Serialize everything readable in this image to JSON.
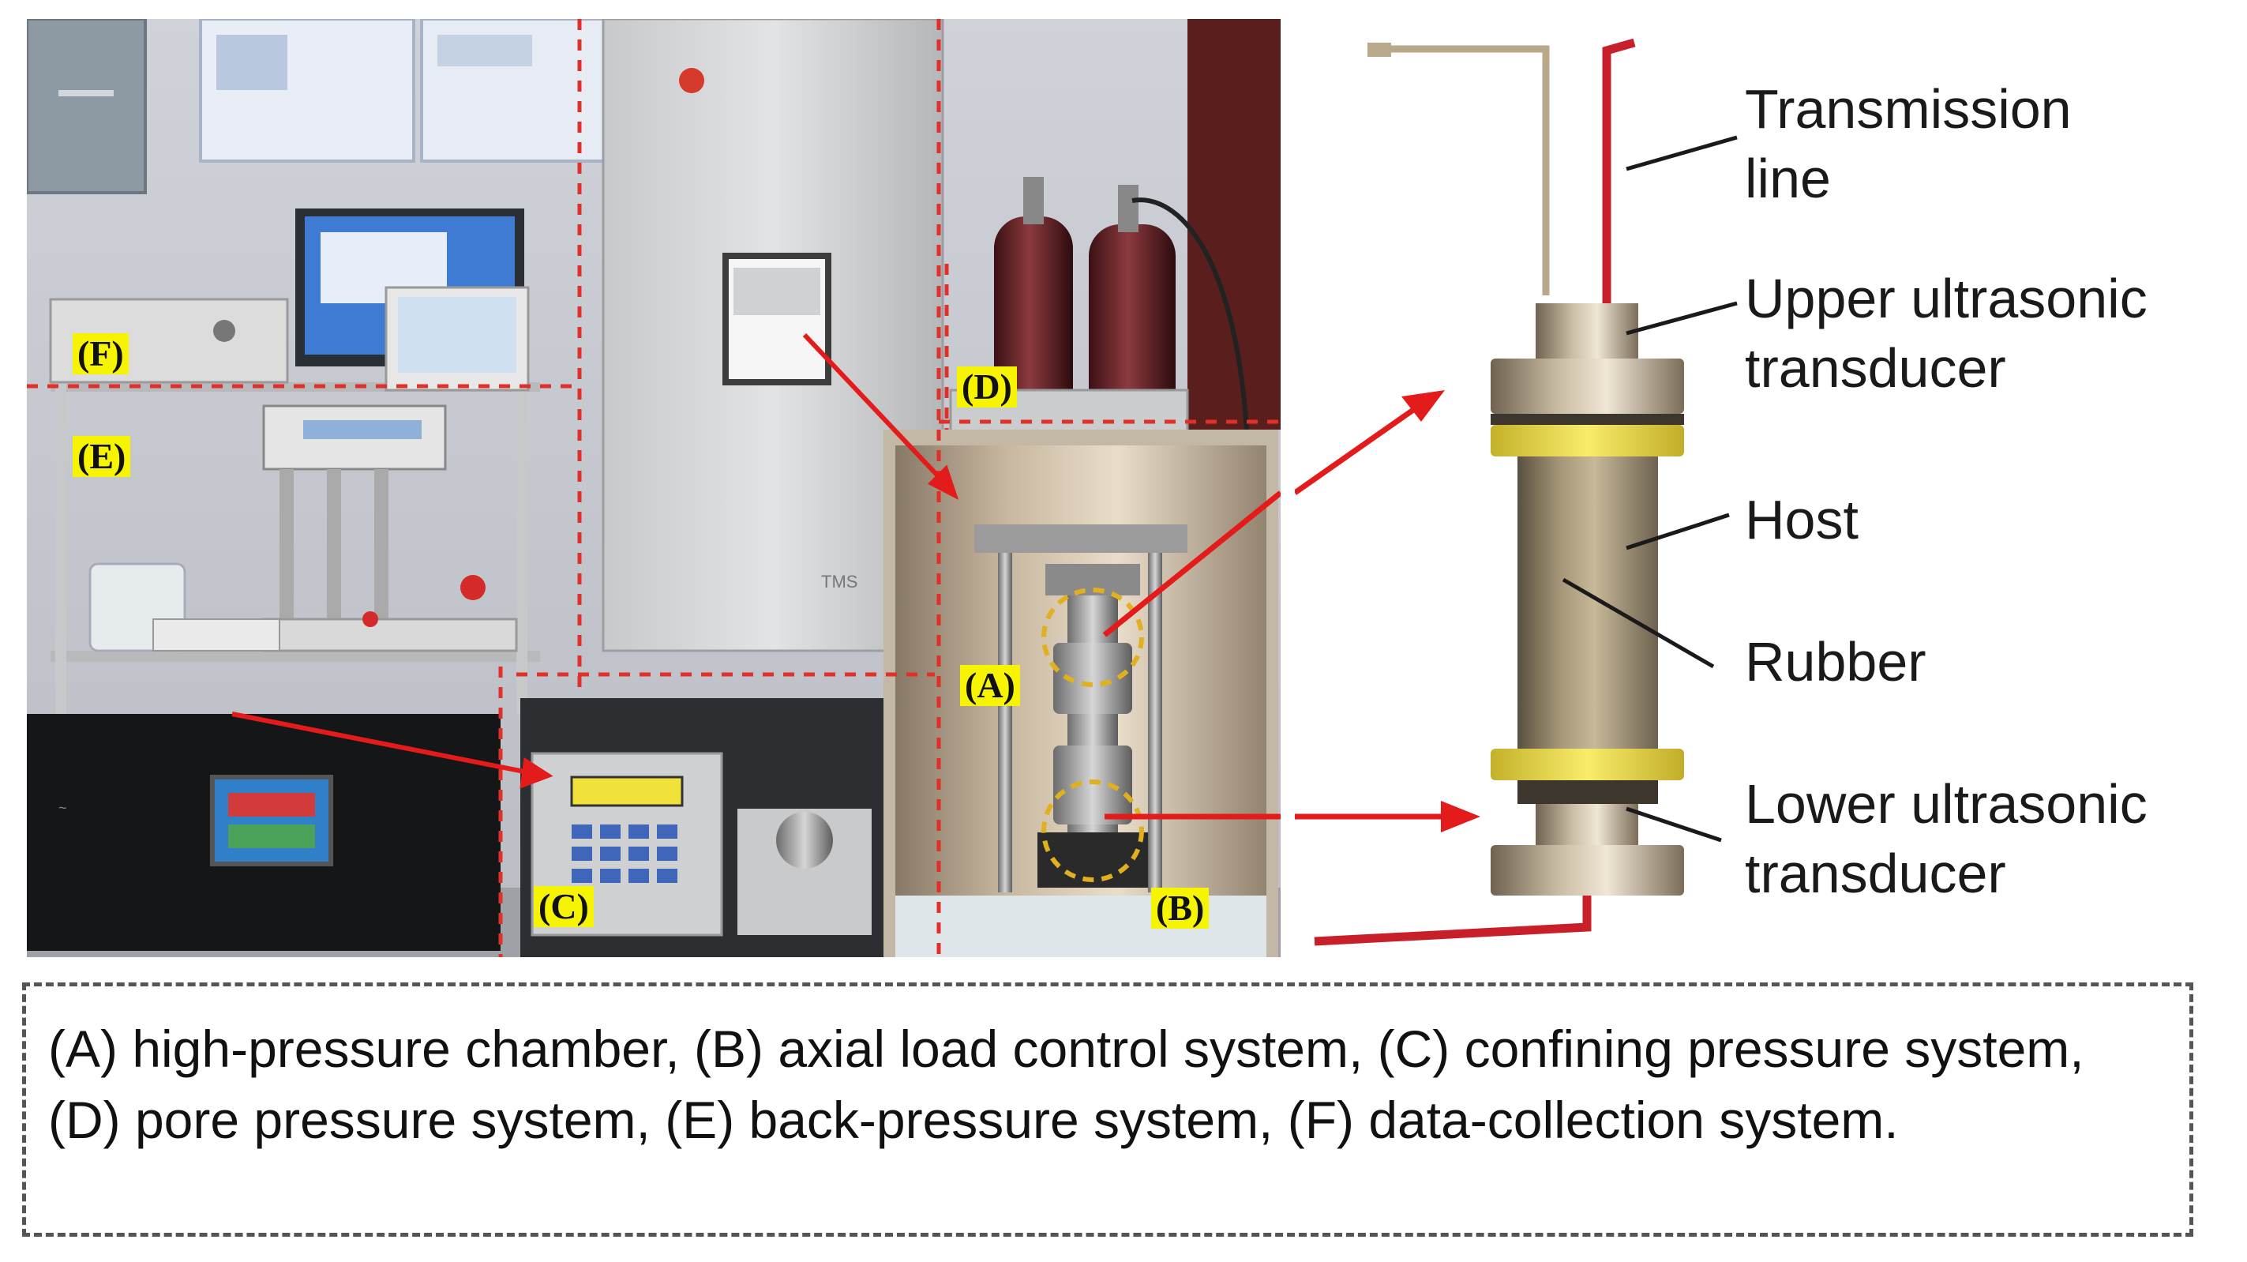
{
  "photo_labels": {
    "A": "(A)",
    "B": "(B)",
    "C": "(C)",
    "D": "(D)",
    "E": "(E)",
    "F": "(F)"
  },
  "equipment_text": {
    "chamber_brand": "TMS"
  },
  "schematic_labels": {
    "transmission_line": "Transmission\nline",
    "upper_transducer": "Upper ultrasonic\ntransducer",
    "host": "Host",
    "rubber": "Rubber",
    "lower_transducer": "Lower ultrasonic\ntransducer"
  },
  "caption": "(A) high-pressure chamber, (B) axial load control system, (C) confining pressure system, (D) pore pressure system, (E) back-pressure system, (F) data-collection system.",
  "colors": {
    "label_bg": "#f6f400",
    "dashed_red": "#e0302a",
    "arrow_red": "#e31b1b",
    "cable_red": "#c8202a",
    "ring_yellow": "#f2e24a",
    "metal_bronze": "#a89a80"
  }
}
